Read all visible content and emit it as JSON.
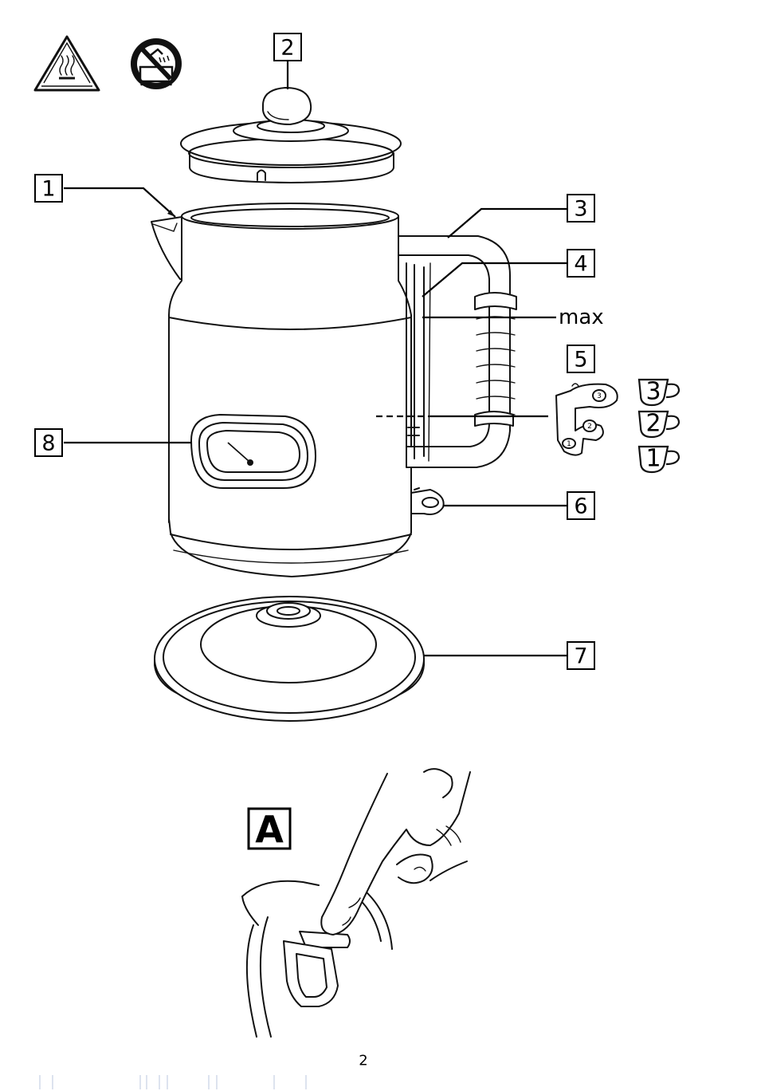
{
  "callouts": {
    "c1": "1",
    "c2": "2",
    "c3": "3",
    "c4": "4",
    "c5": "5",
    "c6": "6",
    "c7": "7",
    "c8": "8"
  },
  "max_label": "max",
  "cups": [
    "3",
    "2",
    "1"
  ],
  "figure_a_label": "A",
  "page_number": "2",
  "icons": {
    "warning": "hot-surface-warning-icon",
    "no_immerse": "do-not-immerse-icon"
  }
}
